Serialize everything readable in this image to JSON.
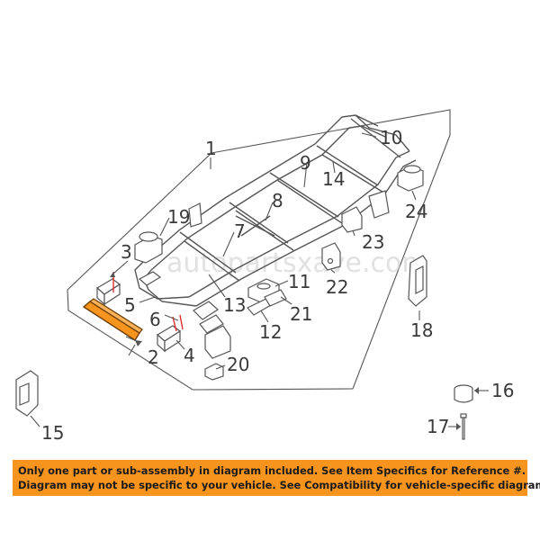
{
  "diagram": {
    "watermark": "autopartsxave.com",
    "callouts": [
      {
        "id": "1",
        "label": "1"
      },
      {
        "id": "2",
        "label": "2"
      },
      {
        "id": "3",
        "label": "3"
      },
      {
        "id": "4",
        "label": "4"
      },
      {
        "id": "5",
        "label": "5"
      },
      {
        "id": "6",
        "label": "6"
      },
      {
        "id": "7",
        "label": "7"
      },
      {
        "id": "8",
        "label": "8"
      },
      {
        "id": "9",
        "label": "9"
      },
      {
        "id": "10",
        "label": "10"
      },
      {
        "id": "11",
        "label": "11"
      },
      {
        "id": "12",
        "label": "12"
      },
      {
        "id": "13",
        "label": "13"
      },
      {
        "id": "14",
        "label": "14"
      },
      {
        "id": "15",
        "label": "15"
      },
      {
        "id": "16",
        "label": "16"
      },
      {
        "id": "17",
        "label": "17"
      },
      {
        "id": "18",
        "label": "18"
      },
      {
        "id": "19",
        "label": "19"
      },
      {
        "id": "20",
        "label": "20"
      },
      {
        "id": "21",
        "label": "21"
      },
      {
        "id": "22",
        "label": "22"
      },
      {
        "id": "23",
        "label": "23"
      },
      {
        "id": "24",
        "label": "24"
      }
    ],
    "highlight_color": "#f7941d",
    "accent_color": "#e03030"
  },
  "banner": {
    "line1": "Only one part or sub-assembly in diagram included. See Item Specifics for Reference #.",
    "line2": "Diagram may not be specific to your vehicle. See Compatibility for vehicle-specific diagrams.",
    "background": "#f7941d"
  }
}
